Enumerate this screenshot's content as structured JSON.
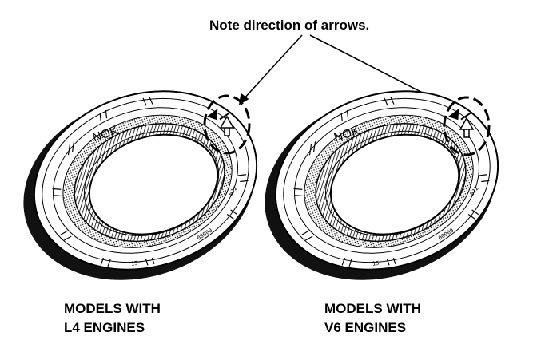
{
  "note_text": "Note direction of arrows.",
  "seals": [
    {
      "brand": "NOK",
      "caption_line1": "MODELS WITH",
      "caption_line2": "L4 ENGINES"
    },
    {
      "brand": "NOK",
      "caption_line1": "MODELS WITH",
      "caption_line2": "V6 ENGINES"
    }
  ],
  "ink_color": "#000000",
  "paper_color": "#ffffff"
}
